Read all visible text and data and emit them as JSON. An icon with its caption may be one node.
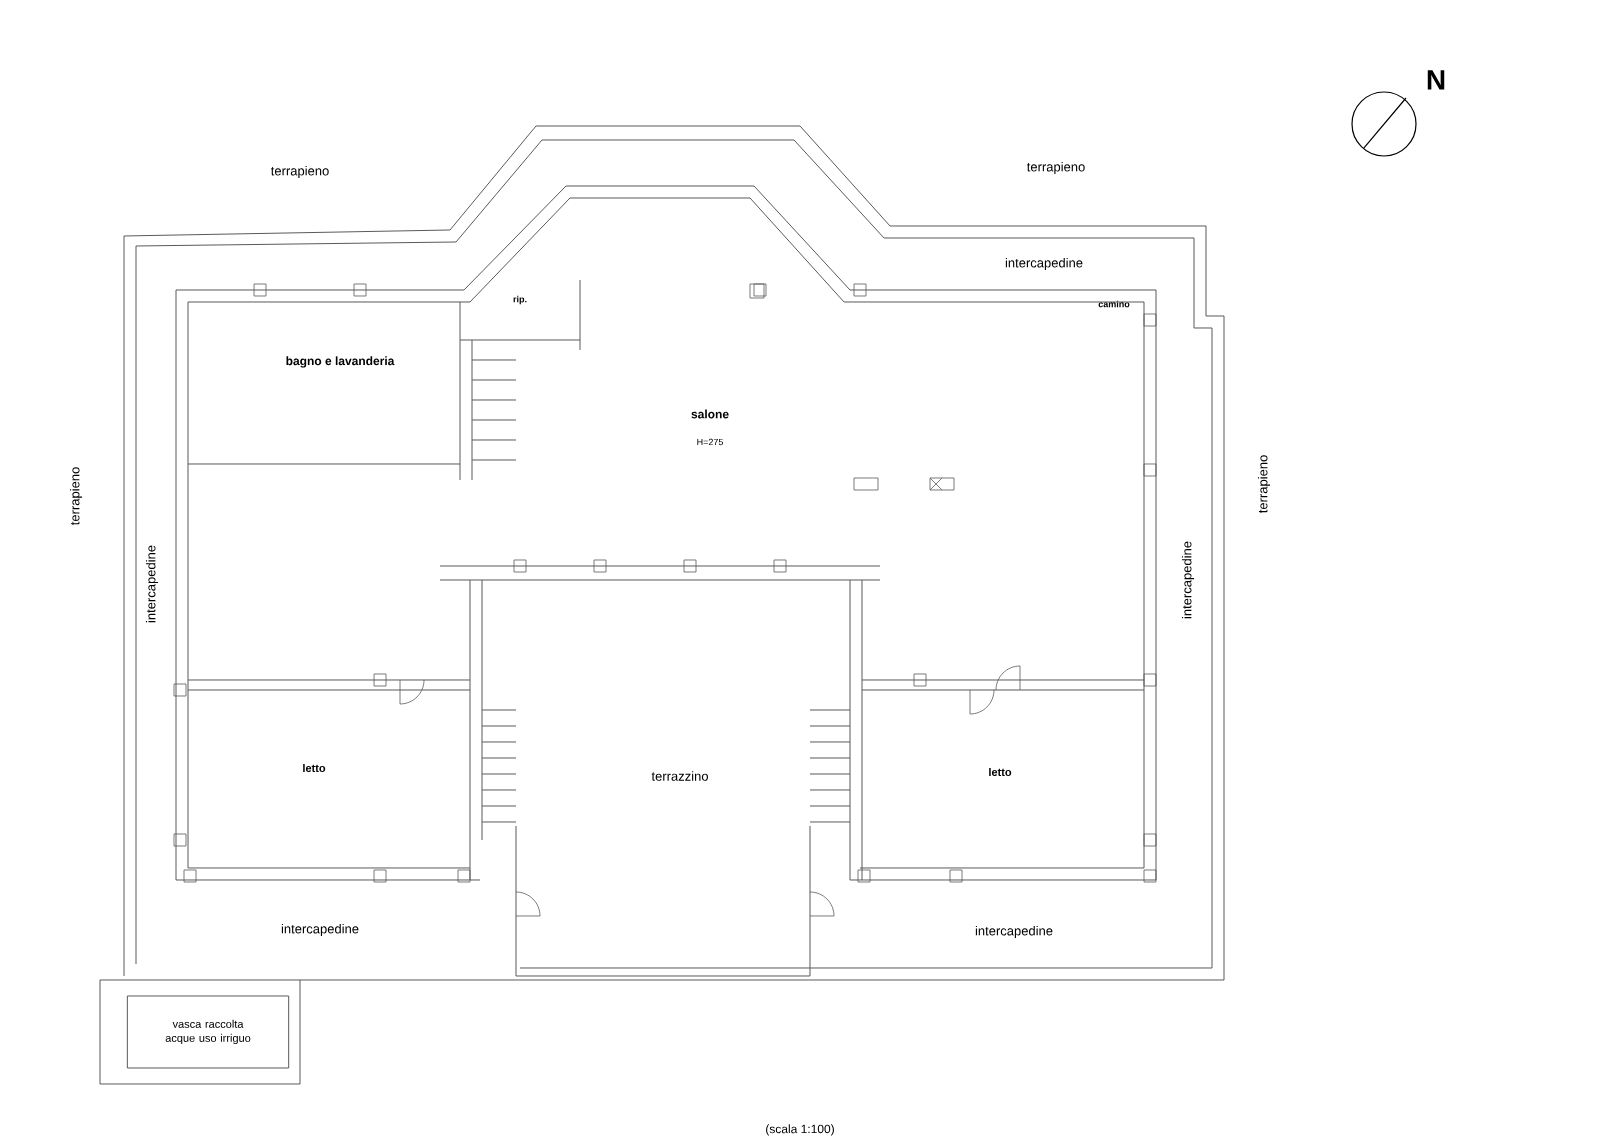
{
  "diagram": {
    "nodes": [
      {
        "text": [
          "vasca raccolta acque uso irriguo"
        ]
      }
    ],
    "labels": [
      "N",
      "terrapieno",
      "terrapieno",
      "intercapedine",
      "rip.",
      "camino",
      "bagno e lavanderia",
      "salone",
      "H=275",
      "terrapieno",
      "terrapieno",
      "intercapedine",
      "intercapedine",
      "letto",
      "terrazzino",
      "letto",
      "intercapedine",
      "intercapedine",
      "(scala 1:100)"
    ]
  }
}
